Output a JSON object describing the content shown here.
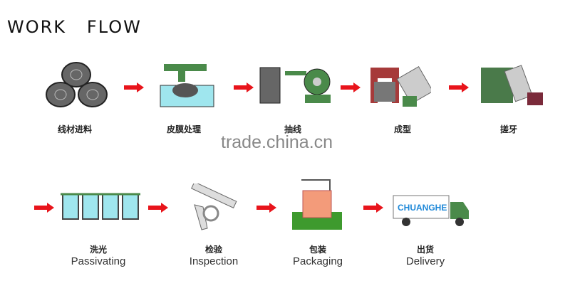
{
  "title": "WORK   FLOW",
  "watermark": "trade.china.cn",
  "arrow_color": "#e8141b",
  "row1": [
    {
      "cn": "线材进料",
      "icon": "wire-coils-icon"
    },
    {
      "cn": "皮膜处理",
      "icon": "coating-tank-icon"
    },
    {
      "cn": "抽线",
      "icon": "wire-drawing-machine-icon"
    },
    {
      "cn": "成型",
      "icon": "forming-machine-icon"
    },
    {
      "cn": "搓牙",
      "icon": "thread-rolling-machine-icon"
    }
  ],
  "row2": [
    {
      "cn": "洗光",
      "en": "Passivating",
      "icon": "passivating-tanks-icon"
    },
    {
      "cn": "检验",
      "en": "Inspection",
      "icon": "caliper-icon"
    },
    {
      "cn": "包装",
      "en": "Packaging",
      "icon": "package-icon"
    },
    {
      "cn": "出货",
      "en": "Delivery",
      "icon": "truck-icon"
    }
  ],
  "truck_brand": "CHUANGHE"
}
